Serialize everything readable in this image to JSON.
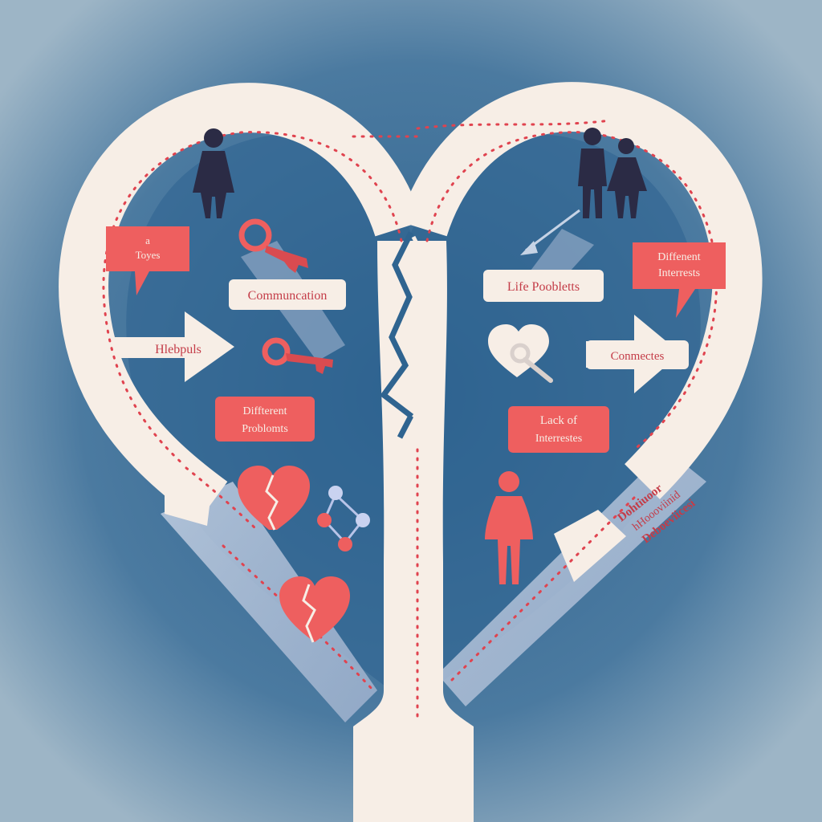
{
  "colors": {
    "background_center": "#2f6490",
    "background_edge": "#9db5c6",
    "road": "#f7eee6",
    "road_shadow": "#bcc9dc",
    "accent": "#ee5f5f",
    "accent_dark": "#d94b50",
    "figure_dark": "#2b2b45",
    "dots": "#e0434f",
    "label_text": "#c43c48",
    "badge_bg": "#f7eee6",
    "molecule": "#b8c4e8"
  },
  "labels": {
    "tag_toyes_top": "a",
    "tag_toyes_bottom": "Toyes",
    "communication": "Communcation",
    "helpuls": "Hlebpuls",
    "different_problems_top": "Diffterent",
    "different_problems_bottom": "Problomts",
    "life_problems": "Life Poobletts",
    "different_interests_top": "Diffenent",
    "different_interests_bottom": "Interrests",
    "connectes": "Conmectes",
    "lack_of_top": "Lack of",
    "lack_of_bottom": "Interrestes",
    "curved_line1": "Dohtiuoor",
    "curved_line2": "hHoooviinid",
    "curved_line3": "Deboeviicesi"
  },
  "icons": [
    "woman-figure-icon",
    "couple-figure-icon",
    "woman-standing-icon",
    "magnifier-key-icon",
    "key-icon",
    "broken-heart-icon",
    "heart-link-icon",
    "molecule-icon"
  ]
}
